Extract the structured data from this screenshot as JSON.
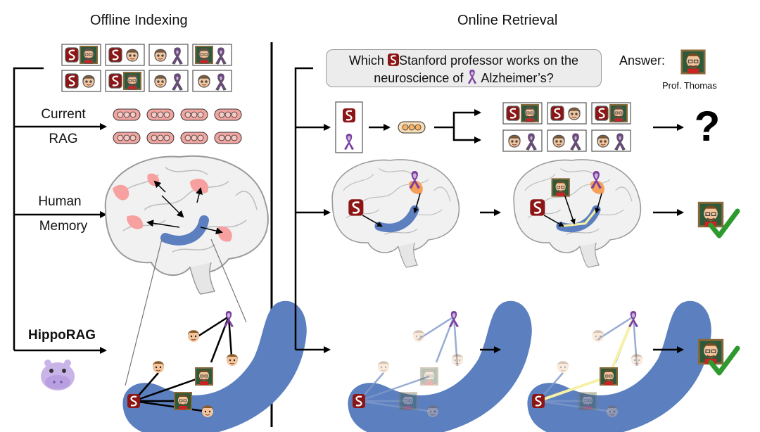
{
  "headers": {
    "left": "Offline Indexing",
    "right": "Online Retrieval"
  },
  "left_labels": {
    "current_rag_line1": "Current",
    "current_rag_line2": "RAG",
    "human_memory_line1": "Human",
    "human_memory_line2": "Memory",
    "hipporag": "HippoRAG"
  },
  "query": {
    "part1": "Which",
    "part2": "Stanford professor works on the",
    "part3": "neuroscience of",
    "part4": "Alzheimer’s?"
  },
  "answer": {
    "label": "Answer:",
    "name": "Prof. Thomas"
  },
  "results": {
    "current_rag": "?",
    "human_memory": "correct",
    "hipporag": "correct"
  },
  "colors": {
    "stanford_red": "#8c1515",
    "ribbon_purple": "#7b3fa0",
    "hippo_blue": "#5b7fbf",
    "check_green": "#2e9a2e",
    "embedding_pink": "#f2a5a0",
    "embedding_orange": "#f7dcb4",
    "path_yellow": "#f6f0a8"
  },
  "icons": [
    "stanford-logo-icon",
    "purple-ribbon-icon",
    "professor-emoji-icon",
    "hippo-icon",
    "checkmark-icon",
    "question-mark-icon",
    "brain-icon"
  ]
}
